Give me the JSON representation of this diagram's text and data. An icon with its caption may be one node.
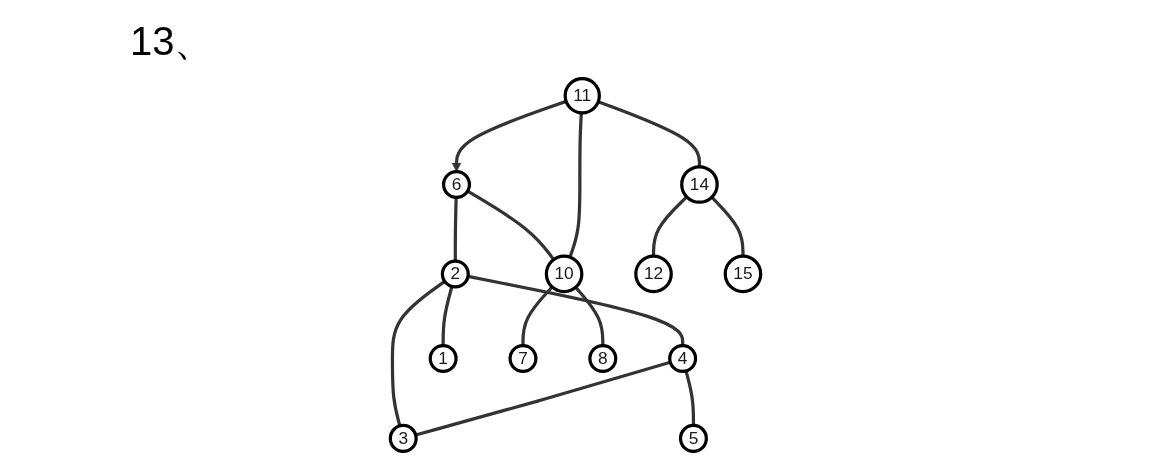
{
  "diagram": {
    "title": "13、",
    "nodes": [
      {
        "text": [
          "6"
        ]
      },
      {
        "text": [
          "11"
        ]
      },
      {
        "text": [
          "2"
        ]
      },
      {
        "text": [
          "4"
        ]
      },
      {
        "text": [
          "10"
        ]
      },
      {
        "text": [
          "14"
        ]
      },
      {
        "text": [
          "1"
        ]
      },
      {
        "text": [
          "3"
        ]
      },
      {
        "text": [
          "5"
        ]
      },
      {
        "text": [
          "7"
        ]
      },
      {
        "text": [
          "8"
        ]
      },
      {
        "text": [
          "12"
        ]
      },
      {
        "text": [
          "15"
        ]
      }
    ],
    "edges": [
      {
        "from": 1,
        "to": 0,
        "arrow": "to"
      },
      {
        "from": 0,
        "to": 4,
        "arrow": "none"
      },
      {
        "from": 1,
        "to": 4,
        "arrow": "none"
      },
      {
        "from": 0,
        "to": 2,
        "arrow": "none"
      },
      {
        "from": 1,
        "to": 5,
        "arrow": "none"
      },
      {
        "from": 2,
        "to": 3,
        "arrow": "none"
      },
      {
        "from": 2,
        "to": 7,
        "arrow": "none"
      },
      {
        "from": 3,
        "to": 7,
        "arrow": "none"
      },
      {
        "from": 2,
        "to": 6,
        "arrow": "none"
      },
      {
        "from": 3,
        "to": 8,
        "arrow": "none"
      },
      {
        "from": 4,
        "to": 9,
        "arrow": "none"
      },
      {
        "from": 4,
        "to": 10,
        "arrow": "none"
      },
      {
        "from": 5,
        "to": 11,
        "arrow": "none"
      },
      {
        "from": 5,
        "to": 12,
        "arrow": "none"
      }
    ]
  }
}
